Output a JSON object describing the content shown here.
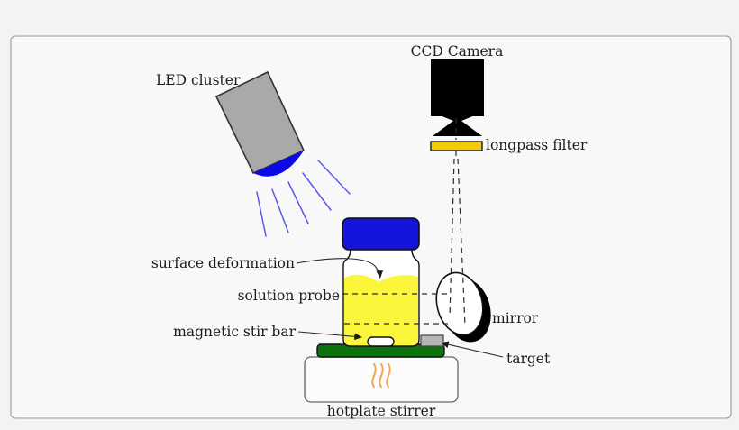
{
  "diagram": {
    "labels": {
      "led_cluster": "LED cluster",
      "ccd_camera": "CCD Camera",
      "longpass_filter": "longpass filter",
      "surface_deformation": "surface deformation",
      "solution_probe": "solution probe",
      "magnetic_stir_bar": "magnetic stir bar",
      "mirror": "mirror",
      "target": "target",
      "hotplate_stirrer": "hotplate stirrer"
    },
    "colors": {
      "led_body_gray": "#a9a9a9",
      "led_light_blue": "#0a0ae6",
      "light_ray_blue": "#5a5aee",
      "camera_black": "#000000",
      "filter_gold": "#f5c90a",
      "bottle_cap_blue": "#1414dd",
      "solution_yellow": "#fbf63c",
      "hotplate_top_green": "#0c730c",
      "heat_wave_orange": "#f0a84b",
      "target_gray": "#b5b5b5",
      "mirror_face_white": "#ffffff",
      "mirror_back_black": "#000000",
      "panel_background": "#f8f8f8"
    }
  }
}
